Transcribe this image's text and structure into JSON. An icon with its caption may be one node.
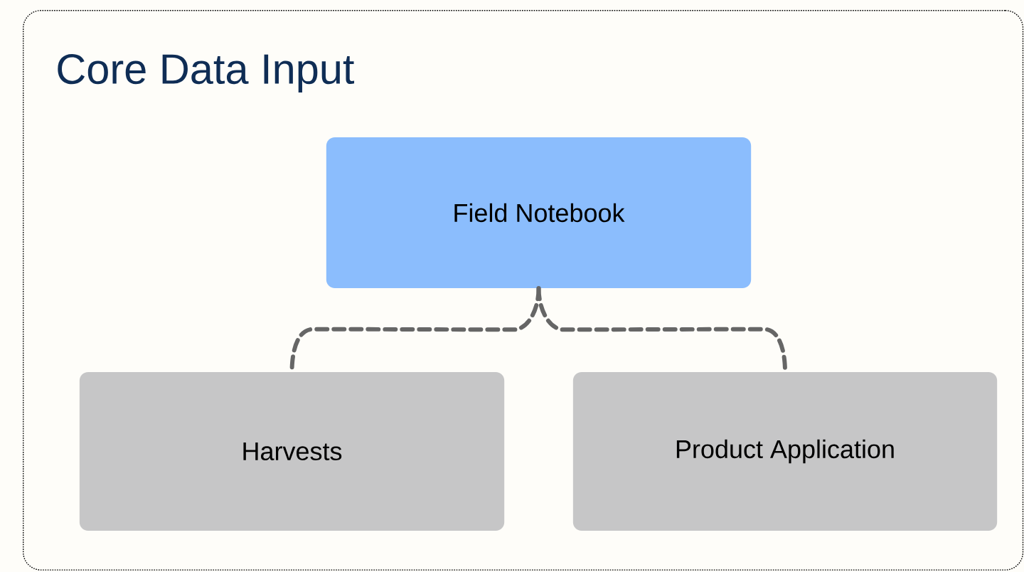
{
  "diagram": {
    "nodes": [
      {
        "text": [
          "Core Data Input"
        ]
      },
      {
        "text": [
          "Field Notebook"
        ],
        "in": 0
      },
      {
        "text": [
          "Harvests"
        ],
        "in": 0
      },
      {
        "text": [
          "Product Application"
        ],
        "in": 0
      }
    ],
    "edges": [
      {
        "from": 1,
        "to": 2,
        "arrow": "none",
        "style": "dashed"
      },
      {
        "from": 1,
        "to": 3,
        "arrow": "none",
        "style": "dashed"
      }
    ]
  }
}
